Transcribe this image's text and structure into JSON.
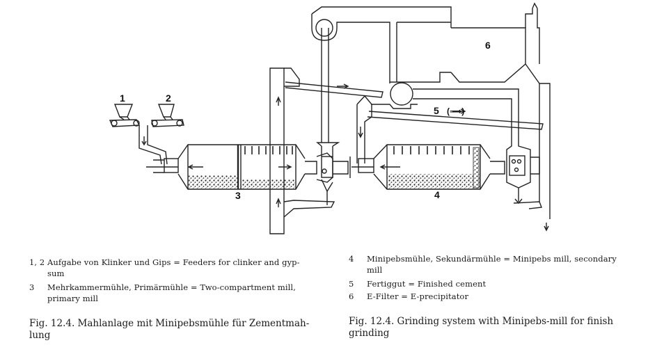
{
  "diagram": {
    "labels": {
      "n1": "1",
      "n2": "2",
      "n3": "3",
      "n4": "4",
      "n5": "5",
      "n5_arrow": "(⟹)",
      "n6": "6"
    }
  },
  "legend_left": [
    {
      "num": "1, 2",
      "text": "Aufgabe von Klinker und Gips = Feeders for clinker and gyp-",
      "cont": "sum"
    },
    {
      "num": "3",
      "text": "Mehrkammermühle, Primärmühle = Two-compartment mill,",
      "cont": "primary mill"
    }
  ],
  "legend_right": [
    {
      "num": "4",
      "text": "Minipebsmühle, Sekundärmühle = Minipebs mill, secondary",
      "cont": "mill"
    },
    {
      "num": "5",
      "text": "Fertiggut = Finished cement",
      "cont": ""
    },
    {
      "num": "6",
      "text": "E-Filter = E-precipitator",
      "cont": ""
    }
  ],
  "captions": {
    "left_line1": "Fig. 12.4.  Mahlanlage mit Minipebsmühle für Zementmah-",
    "left_line2": "lung",
    "right_line1": "Fig. 12.4.  Grinding system with Minipebs-mill for finish",
    "right_line2": "grinding"
  }
}
